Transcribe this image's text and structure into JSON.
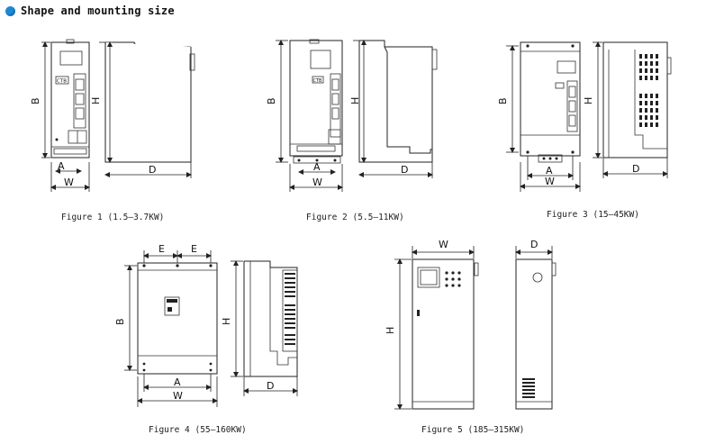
{
  "header": {
    "title": "Shape and mounting size",
    "accent_color": "#1e88d8"
  },
  "figures": [
    {
      "caption": "Figure 1 (1.5–3.7KW)"
    },
    {
      "caption": "Figure 2 (5.5–11KW)"
    },
    {
      "caption": "Figure 3 (15–45KW)"
    },
    {
      "caption": "Figure 4 (55–160KW)"
    },
    {
      "caption": "Figure 5 (185–315KW)"
    }
  ],
  "dims": {
    "A": "A",
    "B": "B",
    "W": "W",
    "H": "H",
    "D": "D",
    "E": "E"
  },
  "panel_label": "CTB"
}
